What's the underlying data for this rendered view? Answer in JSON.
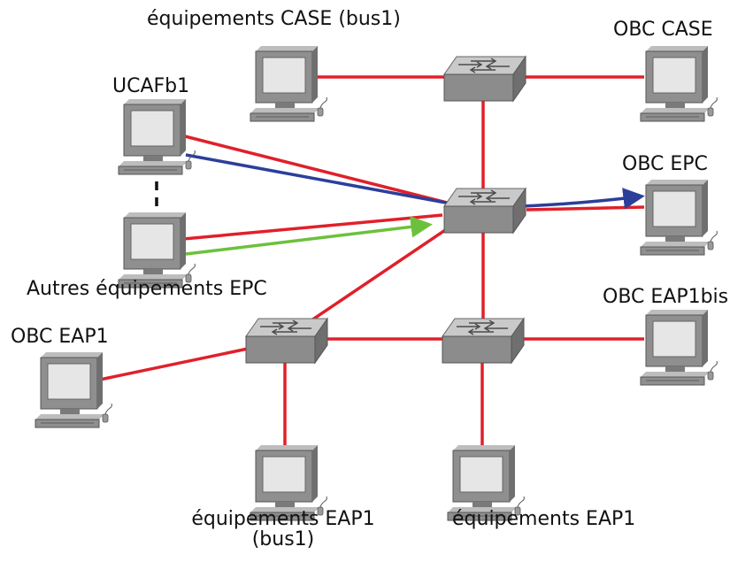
{
  "labels": {
    "case_equipment": "équipements CASE (bus1)",
    "obc_case": "OBC CASE",
    "ucafb1": "UCAFb1",
    "obc_epc": "OBC EPC",
    "other_epc": "Autres équipements EPC",
    "obc_eap1bis": "OBC EAP1bis",
    "obc_eap1": "OBC EAP1",
    "eap1_bus1_line1": "équipements EAP1",
    "eap1_bus1_line2": "(bus1)",
    "eap1_equipment": "équipements EAP1"
  },
  "colors": {
    "link_red": "#e0202a",
    "flow_blue": "#2b3f9a",
    "flow_green": "#6cc13c",
    "dashed_black": "#111111",
    "device_gray": "#8c8c8c"
  }
}
